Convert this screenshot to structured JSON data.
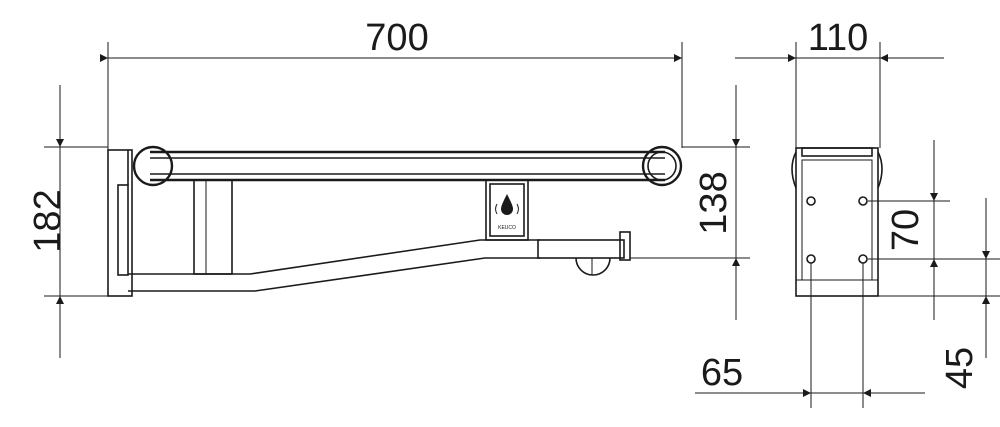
{
  "dimensions": {
    "width_700": "700",
    "depth_110": "110",
    "height_182": "182",
    "height_138": "138",
    "hole_spacing_70": "70",
    "hole_spacing_65": "65",
    "offset_45": "45"
  },
  "brand": {
    "name": "KEUCO",
    "icon": "water-drop-sensor-icon"
  },
  "colors": {
    "line": "#1a1a1a",
    "background": "#ffffff"
  }
}
